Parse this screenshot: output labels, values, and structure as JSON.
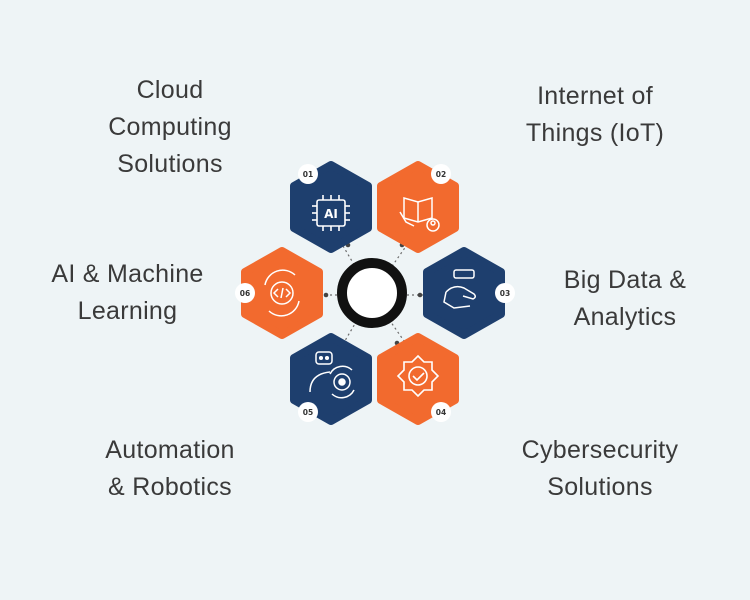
{
  "labels": {
    "cloud": "Cloud\nComputing\nSolutions",
    "iot": "Internet of\nThings (IoT)",
    "bigdata": "Big Data &\nAnalytics",
    "cyber": "Cybersecurity\nSolutions",
    "automation": "Automation\n& Robotics",
    "ai": "AI & Machine\nLearning"
  },
  "numbers": {
    "n1": "01",
    "n2": "02",
    "n3": "03",
    "n4": "04",
    "n5": "05",
    "n6": "06"
  },
  "ai_chip_text": "AI",
  "colors": {
    "navy": "#1e3f6e",
    "orange": "#f26a2e",
    "ring": "#111111"
  }
}
